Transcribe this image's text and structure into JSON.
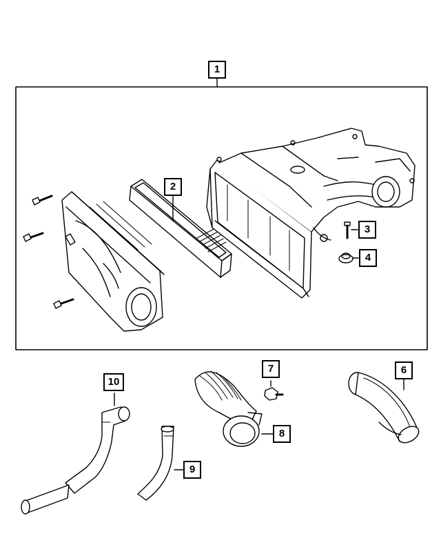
{
  "callouts": {
    "c1": "1",
    "c2": "2",
    "c3": "3",
    "c4": "4",
    "c6": "6",
    "c7": "7",
    "c8": "8",
    "c9": "9",
    "c10": "10"
  },
  "colors": {
    "line": "#000000",
    "background": "#ffffff"
  }
}
